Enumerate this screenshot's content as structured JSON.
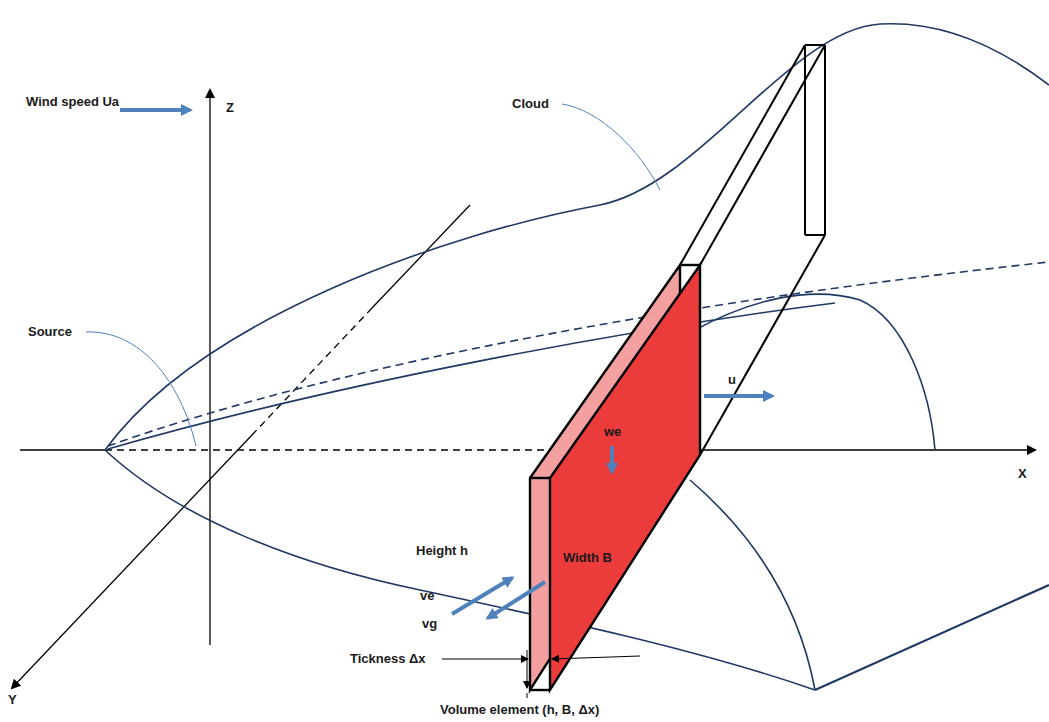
{
  "diagram": {
    "labels": [
      "Z",
      "Cloud",
      "Wind speed Ua",
      "Source",
      "we",
      "u",
      "Height h",
      "ve",
      "vg",
      "Width B",
      "Tickness Δx",
      "X",
      "Y",
      "Volume element (h, B, Δx)"
    ]
  }
}
